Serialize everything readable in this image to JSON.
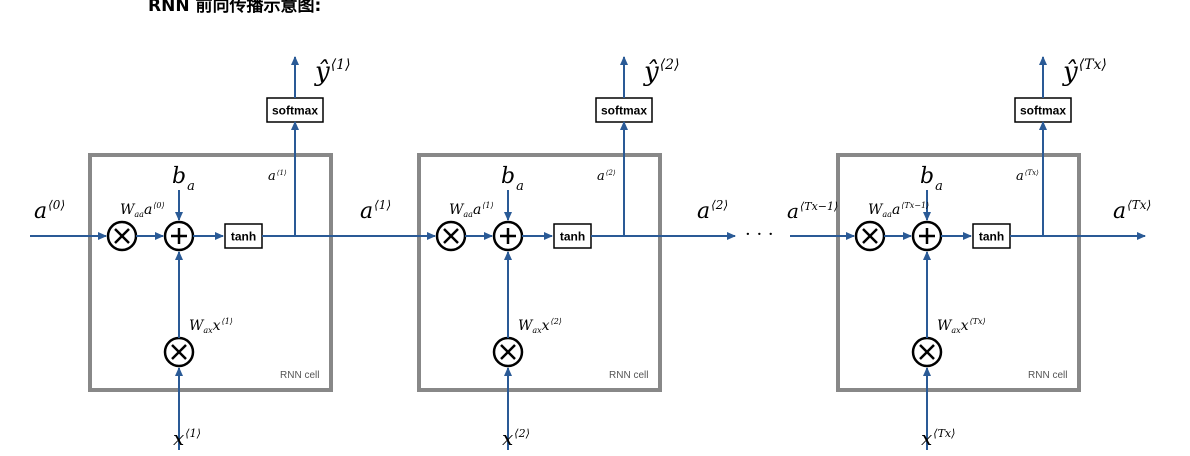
{
  "caption": "RNN 前向传播示意图:",
  "colors": {
    "arrow": "#2a5a96",
    "cell_border": "#888888",
    "ink": "#000000"
  },
  "dots": "· · ·",
  "cells": [
    {
      "cell_label": "RNN cell",
      "softmax_label": "softmax",
      "tanh_label": "tanh",
      "bias": {
        "base": "b",
        "sub": "a"
      },
      "waa": {
        "w": "W",
        "sub": "aa",
        "a": "a",
        "sup": "⟨0⟩"
      },
      "wax": {
        "w": "W",
        "sub": "ax",
        "x": "x",
        "sup": "⟨1⟩"
      },
      "a_in": {
        "base": "a",
        "sup": "⟨0⟩"
      },
      "a_mid": {
        "base": "a",
        "sup": "⟨1⟩"
      },
      "a_out": {
        "base": "a",
        "sup": "⟨1⟩"
      },
      "y_hat": {
        "base": "ŷ",
        "sup": "⟨1⟩"
      },
      "x_in": {
        "base": "x",
        "sup": "⟨1⟩"
      }
    },
    {
      "cell_label": "RNN cell",
      "softmax_label": "softmax",
      "tanh_label": "tanh",
      "bias": {
        "base": "b",
        "sub": "a"
      },
      "waa": {
        "w": "W",
        "sub": "aa",
        "a": "a",
        "sup": "⟨1⟩"
      },
      "wax": {
        "w": "W",
        "sub": "ax",
        "x": "x",
        "sup": "⟨2⟩"
      },
      "a_mid": {
        "base": "a",
        "sup": "⟨2⟩"
      },
      "a_out": {
        "base": "a",
        "sup": "⟨2⟩"
      },
      "y_hat": {
        "base": "ŷ",
        "sup": "⟨2⟩"
      },
      "x_in": {
        "base": "x",
        "sup": "⟨2⟩"
      }
    },
    {
      "cell_label": "RNN cell",
      "softmax_label": "softmax",
      "tanh_label": "tanh",
      "bias": {
        "base": "b",
        "sub": "a"
      },
      "waa": {
        "w": "W",
        "sub": "aa",
        "a": "a",
        "sup": "⟨Tx−1⟩"
      },
      "wax": {
        "w": "W",
        "sub": "ax",
        "x": "x",
        "sup": "⟨Tx⟩"
      },
      "a_in": {
        "base": "a",
        "sup": "⟨Tx−1⟩"
      },
      "a_mid": {
        "base": "a",
        "sup": "⟨Tx⟩"
      },
      "a_out": {
        "base": "a",
        "sup": "⟨Tx⟩"
      },
      "y_hat": {
        "base": "ŷ",
        "sup": "⟨Tx⟩"
      },
      "x_in": {
        "base": "x",
        "sup": "⟨Tx⟩"
      }
    }
  ]
}
